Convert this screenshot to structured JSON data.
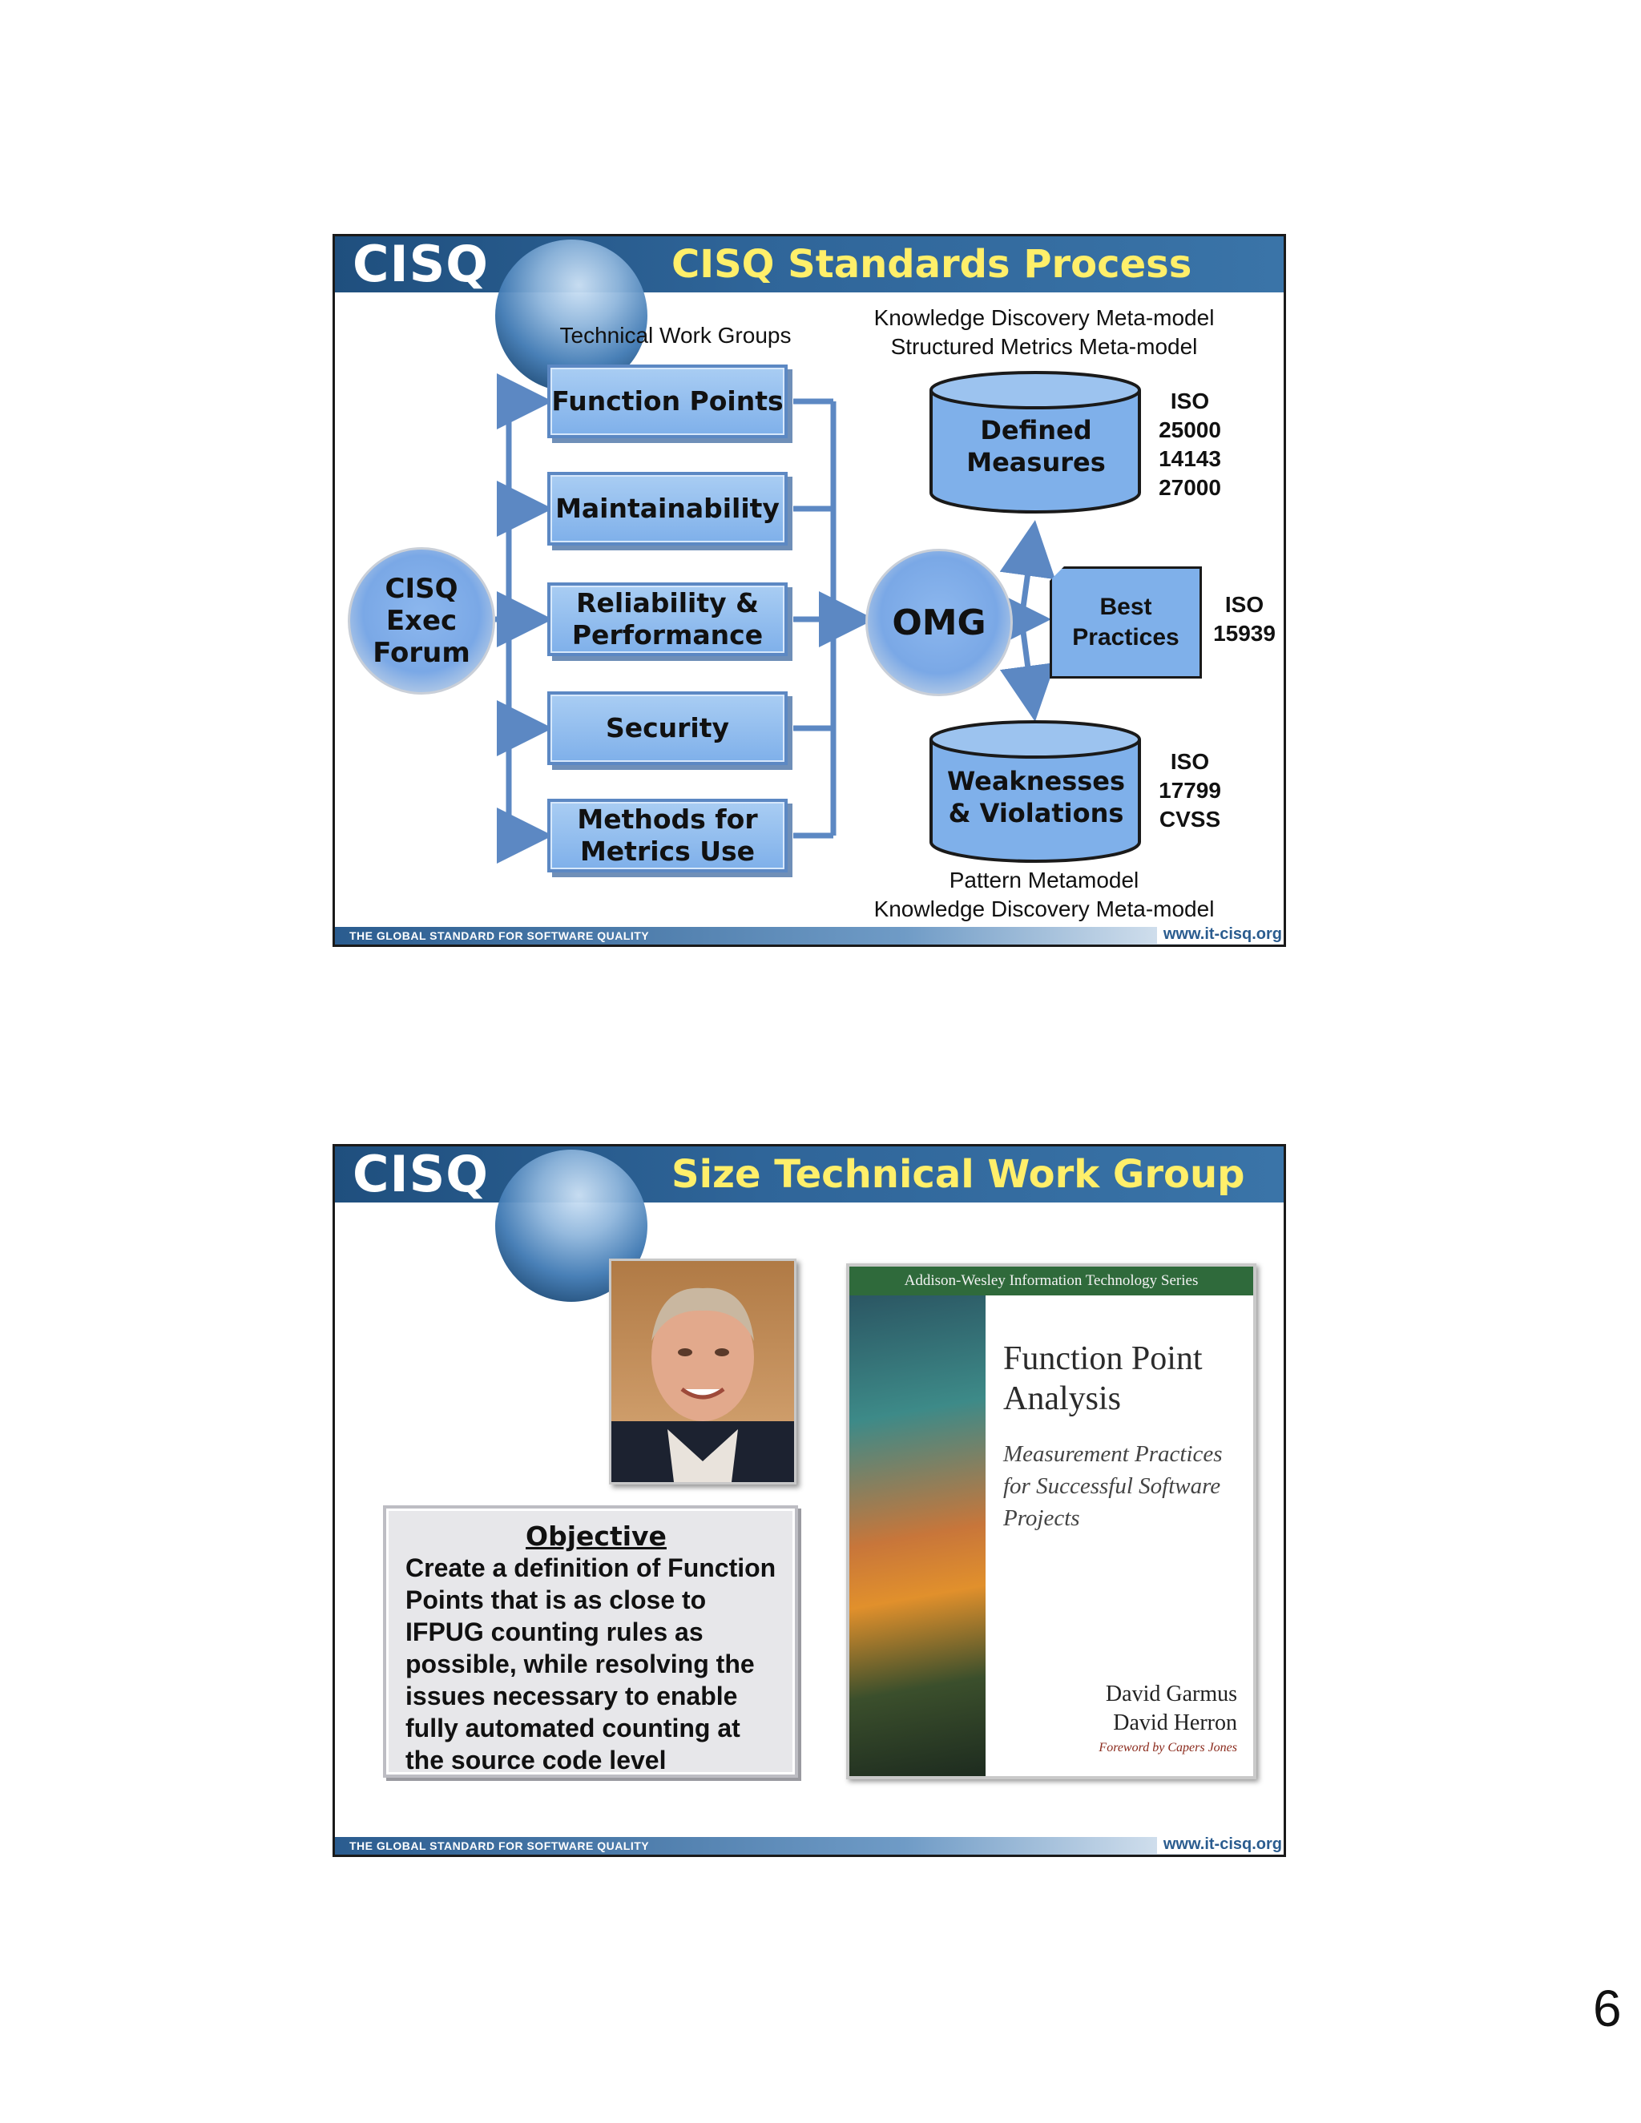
{
  "slide1": {
    "logo": "CISQ",
    "title": "CISQ Standards Process",
    "twg_label": "Technical Work Groups",
    "kdm_top": "Knowledge Discovery Meta-model",
    "smm_top": "Structured Metrics Meta-model",
    "work_groups": [
      {
        "label": "Function Points"
      },
      {
        "label": "Maintainability"
      },
      {
        "label": "Reliability & Performance"
      },
      {
        "label": "Security"
      },
      {
        "label": "Methods for Metrics Use"
      }
    ],
    "exec_forum_label": "CISQ Exec Forum",
    "omg_label": "OMG",
    "defined_measures": "Defined Measures",
    "weaknesses": "Weaknesses & Violations",
    "best_practices": "Best Practices",
    "iso_defined": [
      "ISO",
      "25000",
      "14143",
      "27000"
    ],
    "iso_best": [
      "ISO",
      "15939"
    ],
    "iso_weak": [
      "ISO",
      "17799",
      "CVSS"
    ],
    "pattern_bottom": "Pattern Metamodel",
    "kdm_bottom": "Knowledge Discovery Meta-model",
    "footer_left": "THE GLOBAL STANDARD FOR SOFTWARE QUALITY",
    "footer_right": "www.it-cisq.org"
  },
  "slide2": {
    "logo": "CISQ",
    "title": "Size Technical Work Group",
    "objective_title": "Objective",
    "objective_lines": [
      "Create a definition of Function",
      "Points that is as close to",
      "IFPUG counting rules as",
      "possible, while resolving the",
      "issues necessary to enable",
      "fully automated counting at",
      "the source code level"
    ],
    "book": {
      "series": "Addison-Wesley Information Technology Series",
      "title_line1": "Function Point",
      "title_line2": "Analysis",
      "subtitle_line1": "Measurement Practices",
      "subtitle_line2": "for Successful Software",
      "subtitle_line3": "Projects",
      "author1": "David Garmus",
      "author2": "David Herron",
      "foreword": "Foreword by Capers Jones"
    },
    "footer_left": "THE GLOBAL STANDARD FOR SOFTWARE QUALITY",
    "footer_right": "www.it-cisq.org"
  },
  "page_number": "6",
  "colors": {
    "header_blue": "#2f6599",
    "title_yellow": "#ffef6a",
    "box_blue": "#7fb0ea",
    "arrow_blue": "#5c88c3"
  }
}
